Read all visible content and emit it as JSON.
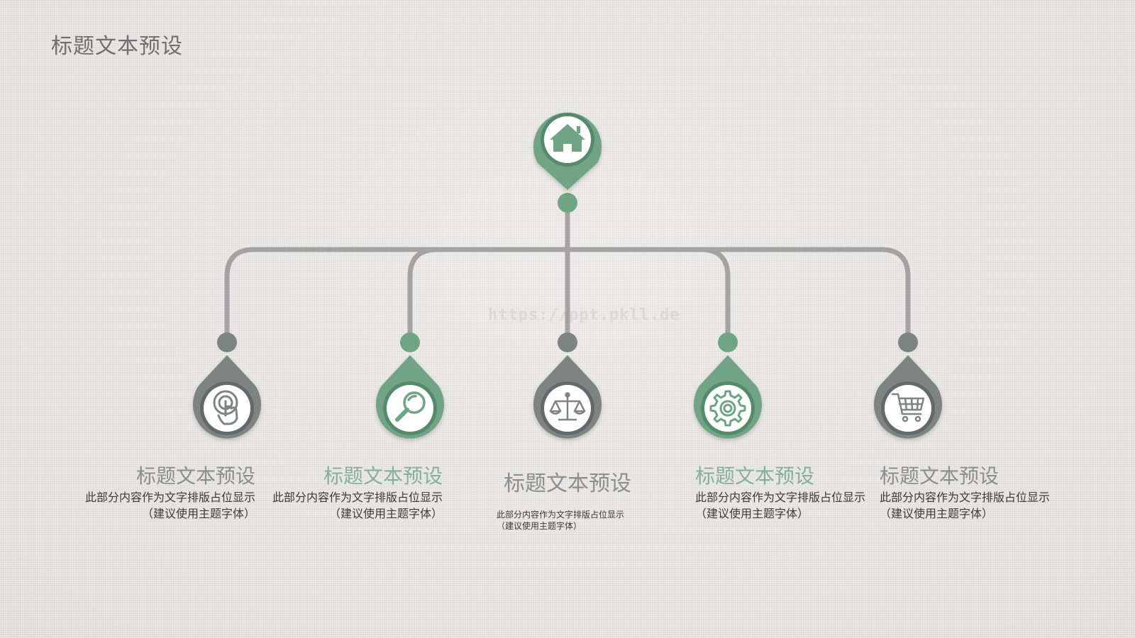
{
  "title": "标题文本预设",
  "watermark": "https://ppt.pkll.de",
  "colors": {
    "green": "#6fa485",
    "gray": "#7b8582",
    "line": "#a3a3a3",
    "bgTexture": "#ebe9e6"
  },
  "root": {
    "icon": "home-icon"
  },
  "items": [
    {
      "icon": "tap-hand-icon",
      "title": "标题文本预设",
      "desc": "此部分内容作为文字排版占位显示",
      "note": "（建议使用主题字体）"
    },
    {
      "icon": "magnifier-icon",
      "title": "标题文本预设",
      "desc": "此部分内容作为文字排版占位显示",
      "note": "（建议使用主题字体）"
    },
    {
      "icon": "scales-icon",
      "title": "标题文本预设",
      "desc": "此部分内容作为文字排版占位显示",
      "note": "（建议使用主题字体）"
    },
    {
      "icon": "gear-icon",
      "title": "标题文本预设",
      "desc": "此部分内容作为文字排版占位显示",
      "note": "（建议使用主题字体）"
    },
    {
      "icon": "cart-icon",
      "title": "标题文本预设",
      "desc": "此部分内容作为文字排版占位显示",
      "note": "（建议使用主题字体）"
    }
  ]
}
